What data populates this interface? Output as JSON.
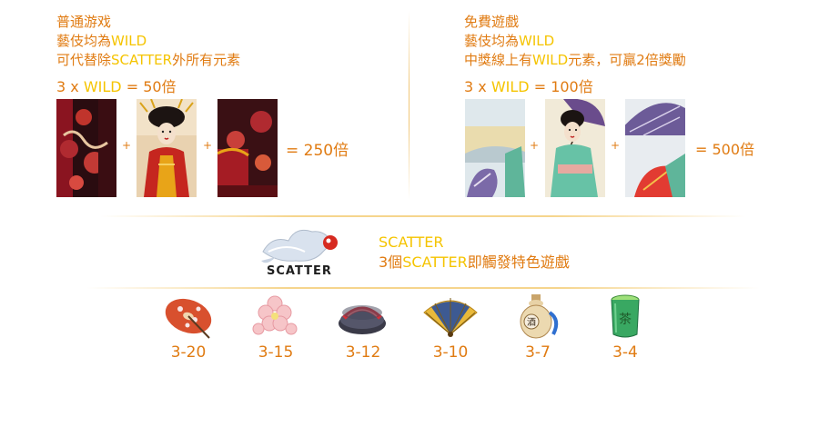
{
  "normal_game": {
    "title": "普通游戏",
    "line2_a": "藝伎均為",
    "line2_wild": "WILD",
    "line3_a": "可代替除",
    "line3_scatter": "SCATTER",
    "line3_b": "外所有元素",
    "formula_a": "3 x ",
    "formula_wild": "WILD",
    "formula_b": " = 50倍",
    "plus": "+",
    "result": "= 250倍"
  },
  "free_game": {
    "title": "免費遊戲",
    "line2_a": "藝伎均為",
    "line2_wild": "WILD",
    "line3_a": "中獎線上有",
    "line3_wild": "WILD",
    "line3_b": "元素，可贏2倍獎勵",
    "formula_a": "3 x ",
    "formula_wild": "WILD",
    "formula_b": " = 100倍",
    "plus": "+",
    "result": "= 500倍"
  },
  "scatter": {
    "icon_text": "SCATTER",
    "title": "SCATTER",
    "desc_a": "3個",
    "desc_scatter": "SCATTER",
    "desc_b": "即觸發特色遊戲"
  },
  "symbols": [
    {
      "icon": "umbrella-icon",
      "label": "3-20"
    },
    {
      "icon": "sakura-icon",
      "label": "3-15"
    },
    {
      "icon": "sandals-icon",
      "label": "3-12"
    },
    {
      "icon": "fan-icon",
      "label": "3-10"
    },
    {
      "icon": "sake-bottle-icon",
      "label": "3-7"
    },
    {
      "icon": "tea-cup-icon",
      "label": "3-4"
    }
  ],
  "colors": {
    "text_orange": "#e07b12",
    "highlight_yellow": "#f5c400",
    "divider_gold": "#f0c77a"
  }
}
